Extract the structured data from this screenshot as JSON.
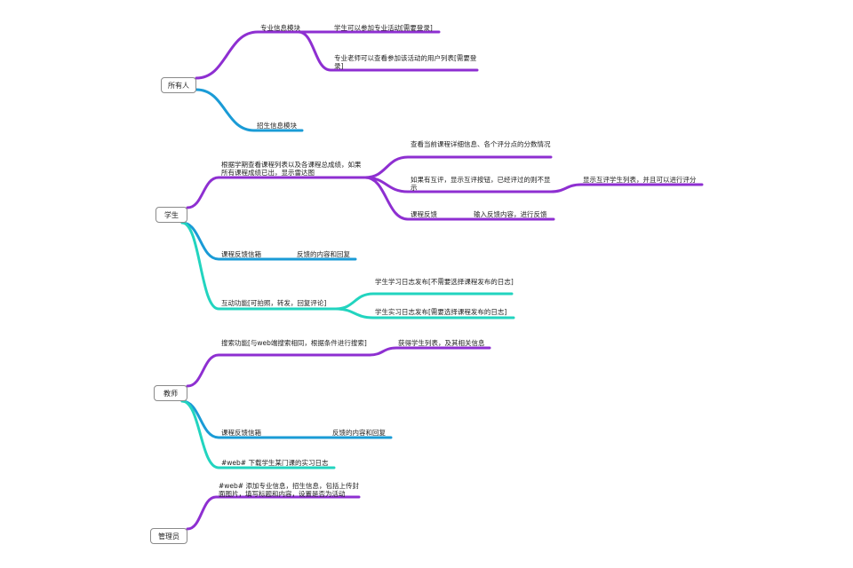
{
  "colors": {
    "purple": "#8e2fd1",
    "blue": "#1a9bd6",
    "teal": "#22d4bf"
  },
  "roots": [
    {
      "id": "everyone",
      "label": "所有人"
    },
    {
      "id": "student",
      "label": "学生"
    },
    {
      "id": "teacher",
      "label": "教师"
    },
    {
      "id": "admin",
      "label": "管理员"
    }
  ],
  "nodes": {
    "everyone_pro_module": "专业信息模块",
    "everyone_pro_join": "学生可以参加专业活动[需要登录]",
    "everyone_pro_teacher_list": "专业老师可以查看参加该活动的用户列表[需要登录]",
    "everyone_recruit_module": "招生信息模块",
    "student_course_list": "根据学期查看课程列表以及各课程总成绩，如果所有课程成绩已出，显示雷达图",
    "student_course_detail": "查看当前课程详细信息、各个评分点的分数情况",
    "student_peer_review": "如果有互评，显示互评按钮，已经评过的则不显示",
    "student_peer_list": "显示互评学生列表，并且可以进行评分",
    "student_course_feedback": "课程反馈",
    "student_feedback_input": "输入反馈内容，进行反馈",
    "student_feedback_box": "课程反馈信箱",
    "student_feedback_reply": "反馈的内容和回复",
    "student_interact": "互动功能[可拍照，转发，回复评论]",
    "student_study_log": "学生学习日志发布[不需要选择课程发布的日志]",
    "student_intern_log": "学生实习日志发布[需要选择课程发布的日志]",
    "teacher_search": "搜索功能[与web端搜索相同，根据条件进行搜索]",
    "teacher_search_result": "获得学生列表，及其相关信息",
    "teacher_feedback_box": "课程反馈信箱",
    "teacher_feedback_reply": "反馈的内容和回复",
    "teacher_download": "#web# 下载学生某门课的实习日志",
    "admin_add_info": "#web# 添加专业信息，招生信息，包括上传封面图片，填写标题和内容，设置是否为活动"
  }
}
